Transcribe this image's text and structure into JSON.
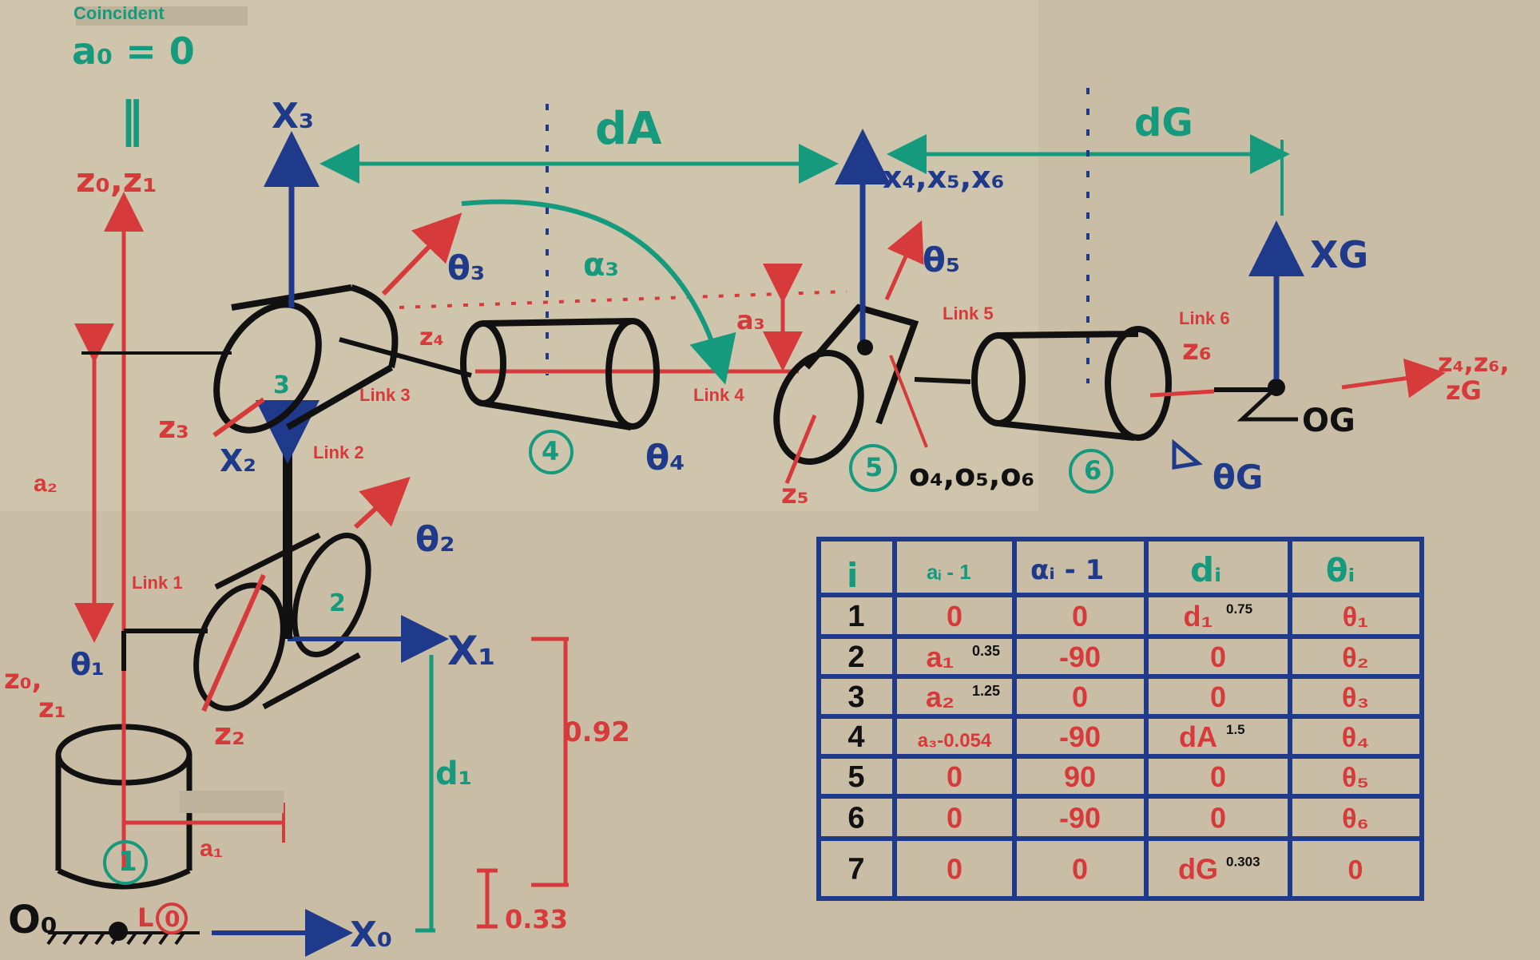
{
  "labels": {
    "coincident": "Coincident",
    "a0_eq": "a₀ = 0",
    "z0z1_top": "z₀,z₁",
    "x3": "X₃",
    "dA": "dA",
    "dG": "dG",
    "x4x5x6": "x₄,x₅,x₆",
    "xG": "XG",
    "theta3": "θ₃",
    "alpha3": "α₃",
    "theta5": "θ₅",
    "a3": "a₃",
    "z4": "z₄",
    "link5": "Link 5",
    "link6": "Link 6",
    "z6": "z₆",
    "zG_right": "z₄,z₆,",
    "zG_right2": "zG",
    "a2": "a₂",
    "z3": "z₃",
    "link3": "Link 3",
    "joint3": "3",
    "joint4": "4",
    "theta4": "θ₄",
    "link4": "Link 4",
    "z5": "z₅",
    "joint5": "5",
    "o456": "o₄,o₅,o₆",
    "joint6": "6",
    "thetaG": "θG",
    "oG": "OG",
    "x2": "X₂",
    "link2": "Link 2",
    "theta2": "θ₂",
    "joint2": "2",
    "link1": "Link 1",
    "z0z1": "z₀,",
    "z1": "z₁",
    "theta1": "θ₁",
    "x1": "X₁",
    "z2": "z₂",
    "d1": "d₁",
    "dim092": "0.92",
    "a1": "a₁",
    "joint1": "1",
    "dim033": "0.33",
    "o0": "O₀",
    "l0": "L",
    "joint0": "0",
    "x0": "X₀"
  },
  "table": {
    "headers": [
      "i",
      "aᵢ - 1",
      "αᵢ - 1",
      "dᵢ",
      "θᵢ"
    ],
    "rows": [
      {
        "i": "1",
        "a": "0",
        "a_sup": "",
        "alpha": "0",
        "d": "d₁",
        "d_sup": "0.75",
        "theta": "θ₁"
      },
      {
        "i": "2",
        "a": "a₁",
        "a_sup": "0.35",
        "alpha": "-90",
        "d": "0",
        "d_sup": "",
        "theta": "θ₂"
      },
      {
        "i": "3",
        "a": "a₂",
        "a_sup": "1.25",
        "alpha": "0",
        "d": "0",
        "d_sup": "",
        "theta": "θ₃"
      },
      {
        "i": "4",
        "a": "a₃-0.054",
        "a_sup": "",
        "alpha": "-90",
        "d": "dA",
        "d_sup": "1.5",
        "theta": "θ₄"
      },
      {
        "i": "5",
        "a": "0",
        "a_sup": "",
        "alpha": "90",
        "d": "0",
        "d_sup": "",
        "theta": "θ₅"
      },
      {
        "i": "6",
        "a": "0",
        "a_sup": "",
        "alpha": "-90",
        "d": "0",
        "d_sup": "",
        "theta": "θ₆"
      },
      {
        "i": "7",
        "a": "0",
        "a_sup": "",
        "alpha": "0",
        "d": "dG",
        "d_sup": "0.303",
        "theta": "0"
      }
    ]
  },
  "colors": {
    "board": "#c9bea5",
    "red": "#d63a3a",
    "blue": "#1f3a8a",
    "teal": "#169a7d",
    "dark": "#111111"
  }
}
